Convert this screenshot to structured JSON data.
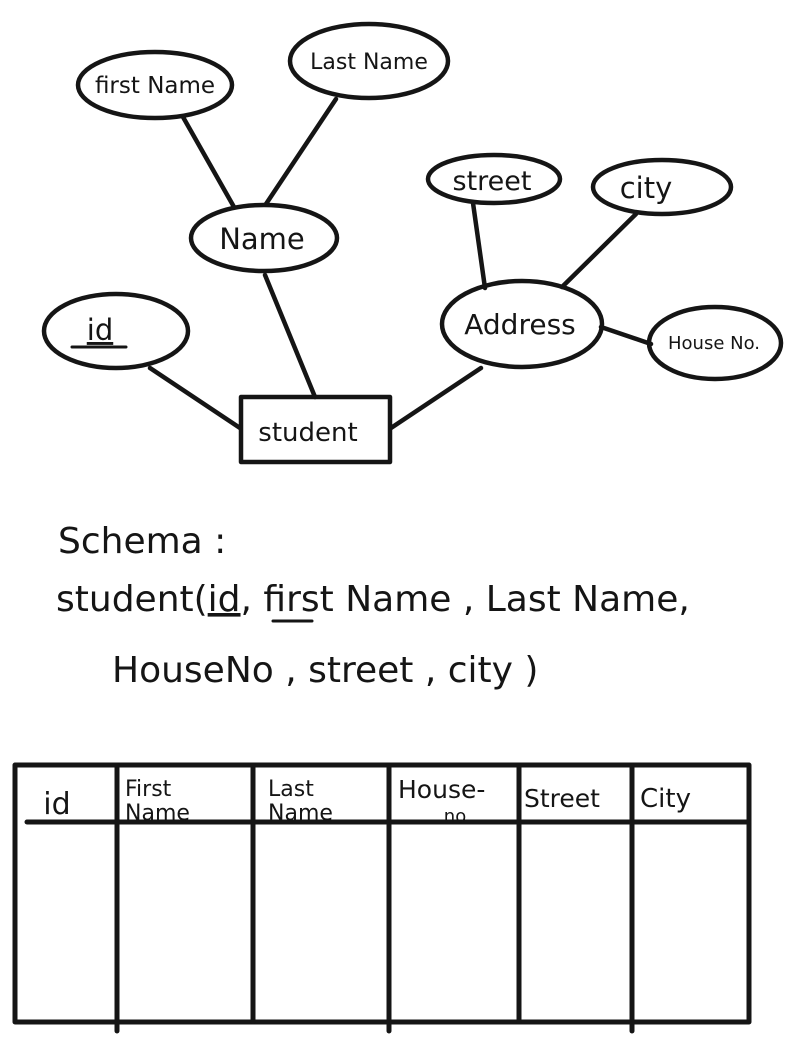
{
  "diagram": {
    "entity": {
      "label": "student"
    },
    "attributes": {
      "id": "id",
      "name": "Name",
      "first_name": "first Name",
      "last_name": "Last Name",
      "address": "Address",
      "street": "street",
      "city": "city",
      "house_no": "House No."
    }
  },
  "schema": {
    "heading": "Schema :",
    "line1_prefix": "student(",
    "line1_key": "id",
    "line1_rest": ", first Name , Last Name,",
    "line2": "HouseNo , street , city )"
  },
  "table": {
    "columns": [
      {
        "line1": "id",
        "line2": ""
      },
      {
        "line1": "First",
        "line2": "Name"
      },
      {
        "line1": "Last",
        "line2": "Name"
      },
      {
        "line1": "House-",
        "line2": "no"
      },
      {
        "line1": "Street",
        "line2": ""
      },
      {
        "line1": "City",
        "line2": ""
      }
    ]
  }
}
